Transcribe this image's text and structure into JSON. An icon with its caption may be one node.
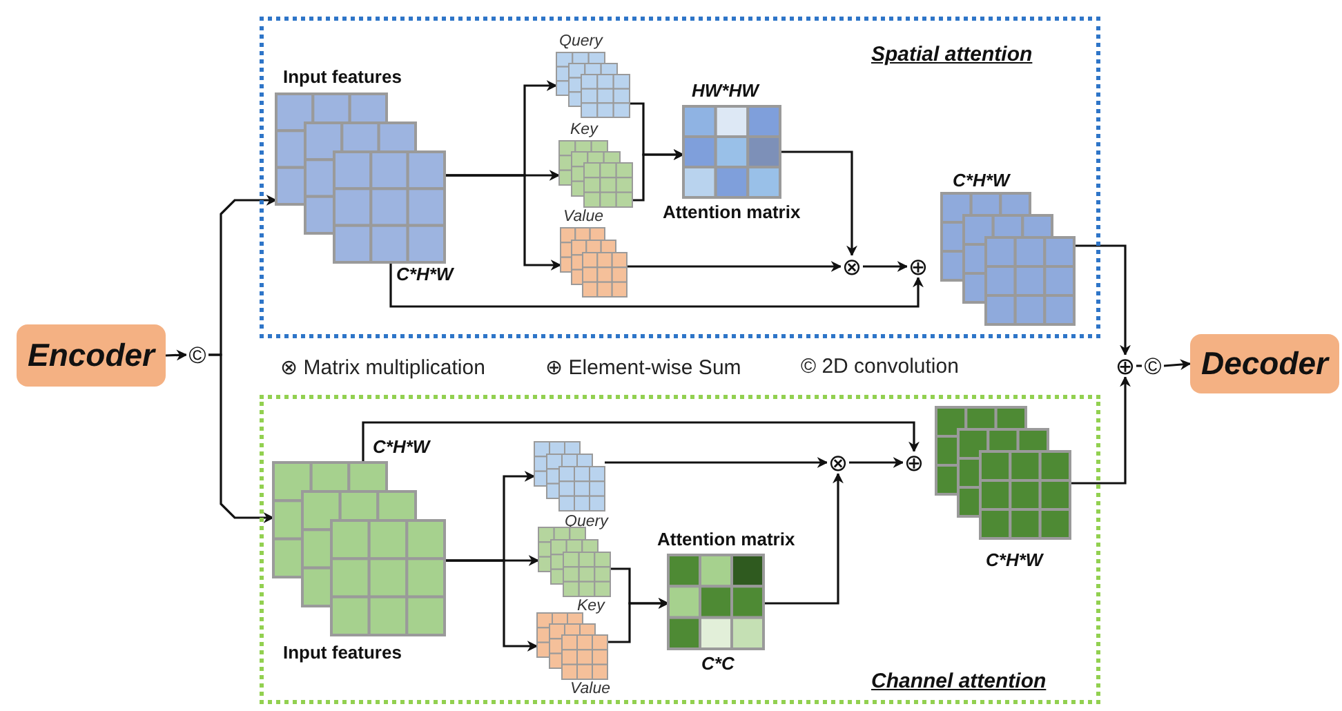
{
  "diagram": {
    "nodes": [
      {
        "text": [
          "Encoder"
        ]
      },
      {
        "text": [
          "©"
        ]
      },
      {
        "text": [
          "Spatial attention"
        ]
      },
      {
        "text": [
          "Input features"
        ],
        "in": 2,
        "beside": [
          "C*H*W"
        ]
      },
      {
        "text": [
          "Query"
        ],
        "in": 2
      },
      {
        "text": [
          "Key"
        ],
        "in": 2
      },
      {
        "text": [
          "Value"
        ],
        "in": 2
      },
      {
        "text": [
          "HW*HW",
          "Attention matrix"
        ],
        "in": 2
      },
      {
        "text": [
          "⊗"
        ],
        "in": 2
      },
      {
        "text": [
          "⊕"
        ],
        "in": 2
      },
      {
        "text": [
          "C*H*W"
        ],
        "in": 2
      },
      {
        "text": [
          "Channel attention"
        ]
      },
      {
        "text": [
          "Input features"
        ],
        "in": 11,
        "beside": [
          "C*H*W"
        ]
      },
      {
        "text": [
          "Query"
        ],
        "in": 11
      },
      {
        "text": [
          "Key"
        ],
        "in": 11
      },
      {
        "text": [
          "Value"
        ],
        "in": 11
      },
      {
        "text": [
          "Attention matrix",
          "C*C"
        ],
        "in": 11
      },
      {
        "text": [
          "⊗"
        ],
        "in": 11
      },
      {
        "text": [
          "⊕"
        ],
        "in": 11
      },
      {
        "text": [
          "C*H*W"
        ],
        "in": 11
      },
      {
        "text": [
          "⊕"
        ]
      },
      {
        "text": [
          "©"
        ]
      },
      {
        "text": [
          "Decoder"
        ]
      }
    ],
    "edges": [
      {
        "from": 0,
        "to": 1,
        "arrow": "to"
      },
      {
        "from": 1,
        "to": 3,
        "arrow": "to"
      },
      {
        "from": 1,
        "to": 12,
        "arrow": "to"
      },
      {
        "from": 3,
        "to": 4,
        "arrow": "to"
      },
      {
        "from": 3,
        "to": 5,
        "arrow": "to"
      },
      {
        "from": 3,
        "to": 6,
        "arrow": "to"
      },
      {
        "from": 4,
        "to": 7,
        "arrow": "to"
      },
      {
        "from": 5,
        "to": 7,
        "arrow": "to"
      },
      {
        "from": 7,
        "to": 8,
        "arrow": "to"
      },
      {
        "from": 6,
        "to": 8,
        "arrow": "to"
      },
      {
        "from": 8,
        "to": 9,
        "arrow": "to"
      },
      {
        "from": 3,
        "to": 9,
        "arrow": "to"
      },
      {
        "from": 10,
        "to": 20,
        "arrow": "to"
      },
      {
        "from": 12,
        "to": 13,
        "arrow": "to"
      },
      {
        "from": 12,
        "to": 14,
        "arrow": "to"
      },
      {
        "from": 12,
        "to": 15,
        "arrow": "to"
      },
      {
        "from": 14,
        "to": 16,
        "arrow": "to"
      },
      {
        "from": 15,
        "to": 16,
        "arrow": "to"
      },
      {
        "from": 16,
        "to": 17,
        "arrow": "to"
      },
      {
        "from": 13,
        "to": 17,
        "arrow": "to"
      },
      {
        "from": 17,
        "to": 18,
        "arrow": "to"
      },
      {
        "from": 12,
        "to": 18,
        "arrow": "to"
      },
      {
        "from": 19,
        "to": 20,
        "arrow": "to"
      },
      {
        "from": 20,
        "to": 21,
        "arrow": "none"
      },
      {
        "from": 21,
        "to": 22,
        "arrow": "to"
      }
    ],
    "labels": [
      "⊗ Matrix multiplication",
      "⊕ Element-wise Sum",
      "© 2D convolution"
    ]
  }
}
